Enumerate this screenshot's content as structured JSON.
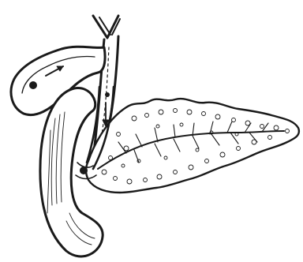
{
  "colors": {
    "ink": "#1a1a1a",
    "paper": "#ffffff"
  },
  "illustration": {
    "parts": [
      "gallbladder",
      "bile-duct",
      "pancreas",
      "pancreatic-duct",
      "duodenum",
      "ampulla"
    ],
    "arrows": [
      "gallbladder-flow-arrow",
      "bile-duct-flow-arrow"
    ],
    "stones": 3
  }
}
